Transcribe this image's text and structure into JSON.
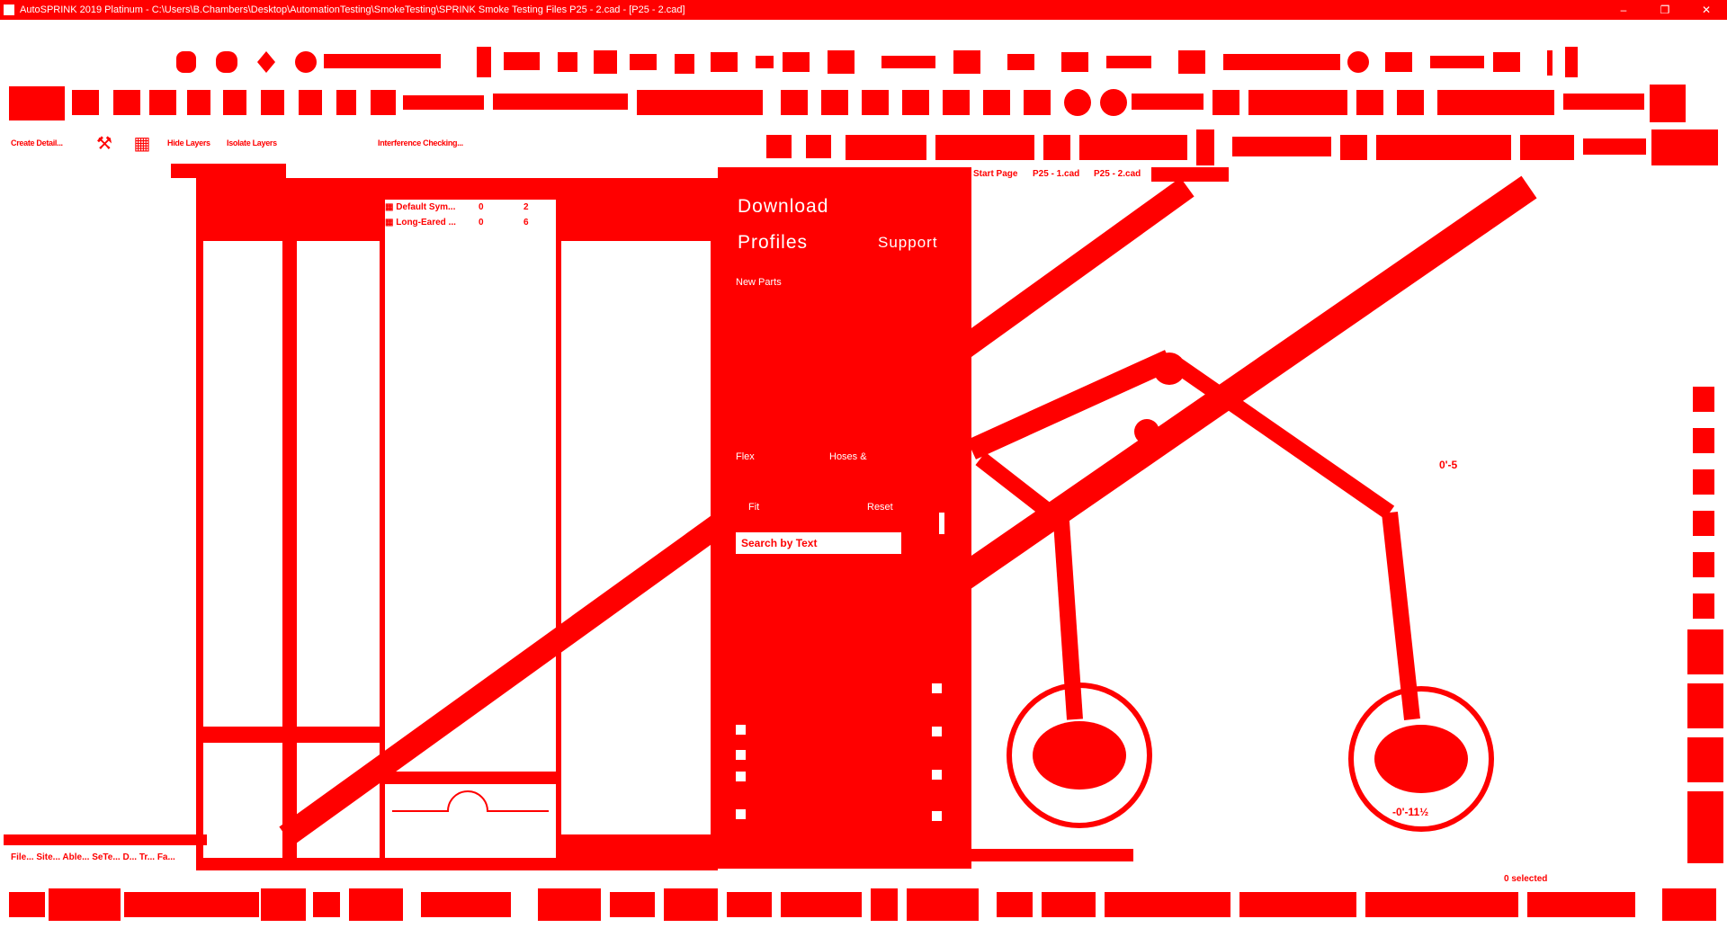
{
  "window": {
    "title": "AutoSPRINK 2019 Platinum - C:\\Users\\B.Chambers\\Desktop\\AutomationTesting\\SmokeTesting\\SPRINK Smoke Testing Files P25 - 2.cad - [P25 - 2.cad]",
    "minimize": "–",
    "maximize": "❐",
    "close": "✕"
  },
  "ribbon": {
    "create_detail": "Create Detail...",
    "hide_layers": "Hide Layers",
    "isolate_layers": "Isolate Layers",
    "interference_checking": "Interference Checking..."
  },
  "panels": {
    "alerts_title": "Alerts",
    "pin": "⊕",
    "close": "✕"
  },
  "symbols_list": [
    {
      "name": "Default Sym...",
      "a": "0",
      "b": "2"
    },
    {
      "name": "Long-Eared ...",
      "a": "0",
      "b": "6"
    }
  ],
  "flyout": {
    "download": "Download",
    "profiles": "Profiles",
    "support": "Support",
    "new_parts": "New Parts",
    "filter_label": "Flex",
    "hoses_label": "Hoses &",
    "fit_label": "Fit",
    "reset_label": "Reset",
    "search_by_text": "Search by Text"
  },
  "doc_tabs": [
    "Start Page",
    "P25 - 1.cad",
    "P25 - 2.cad"
  ],
  "drawing": {
    "dim_top": "0'-5",
    "dim_bottom": "-0'-11½"
  },
  "status": {
    "selected": "0 selected",
    "left_text": "File... Site... Able... SeTe... D... Tr... Fa..."
  },
  "colors": {
    "accent": "#ff0000",
    "background": "#ffffff"
  }
}
